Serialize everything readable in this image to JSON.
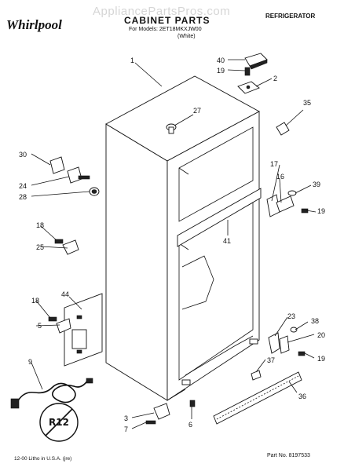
{
  "header": {
    "watermark": "AppliancePartsPros.com",
    "brand": "Whirlpool",
    "title": "CABINET PARTS",
    "model_line": "For Models: 2ET18MKXJW00",
    "color_line": "(White)",
    "section": "REFRIGERATOR"
  },
  "callouts": [
    {
      "id": "1"
    },
    {
      "id": "2"
    },
    {
      "id": "3"
    },
    {
      "id": "5"
    },
    {
      "id": "6"
    },
    {
      "id": "7"
    },
    {
      "id": "9"
    },
    {
      "id": "16"
    },
    {
      "id": "17"
    },
    {
      "id": "18a"
    },
    {
      "id": "18b"
    },
    {
      "id": "19a"
    },
    {
      "id": "19b"
    },
    {
      "id": "19c"
    },
    {
      "id": "20"
    },
    {
      "id": "23"
    },
    {
      "id": "24"
    },
    {
      "id": "25"
    },
    {
      "id": "27"
    },
    {
      "id": "28"
    },
    {
      "id": "30"
    },
    {
      "id": "35"
    },
    {
      "id": "36"
    },
    {
      "id": "37"
    },
    {
      "id": "38"
    },
    {
      "id": "39"
    },
    {
      "id": "40"
    },
    {
      "id": "41"
    },
    {
      "id": "44"
    }
  ],
  "labels": {
    "c1": "1",
    "c2": "2",
    "c3": "3",
    "c5": "5",
    "c6": "6",
    "c7": "7",
    "c9": "9",
    "c16": "16",
    "c17": "17",
    "c18a": "18",
    "c18b": "18",
    "c19a": "19",
    "c19b": "19",
    "c19c": "19",
    "c20": "20",
    "c23": "23",
    "c24": "24",
    "c25": "25",
    "c27": "27",
    "c28": "28",
    "c30": "30",
    "c35": "35",
    "c36": "36",
    "c37": "37",
    "c38": "38",
    "c39": "39",
    "c40": "40",
    "c41": "41",
    "c44": "44"
  },
  "logo_text": "R12",
  "footer": {
    "left": "12-00 Litho in U.S.A. (jre)",
    "right": "Part No. 8197533"
  }
}
